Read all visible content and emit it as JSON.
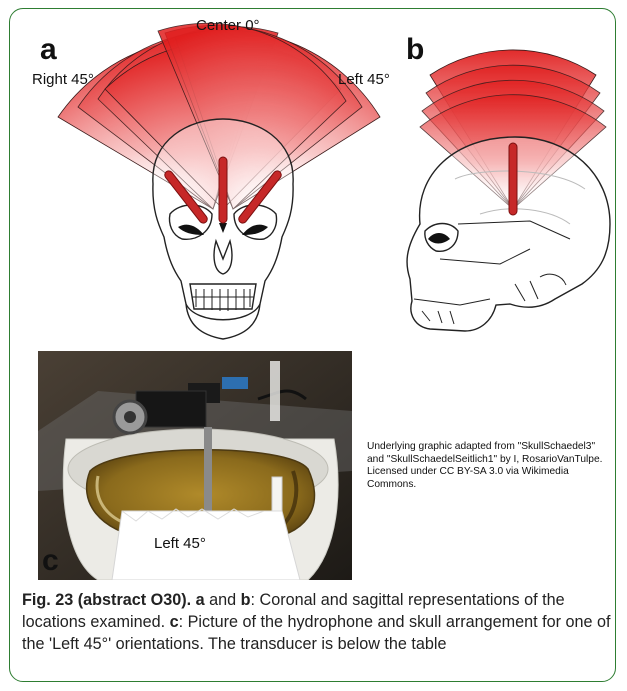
{
  "figure": {
    "panel_a": {
      "letter": "a",
      "label_center": "Center 0°",
      "label_right": "Right 45°",
      "label_left": "Left 45°"
    },
    "panel_b": {
      "letter": "b"
    },
    "panel_c": {
      "letter": "c",
      "label": "Left 45°"
    },
    "credit_text": "Underlying graphic adapted from \"SkullSchaedel3\" and \"SkullSchaedelSeitlich1\" by I, RosarioVanTulpe. Licensed under CC BY-SA 3.0 via Wikimedia Commons.",
    "colors": {
      "beam_red": "#e02020",
      "frame_green": "#2e7d32"
    }
  },
  "caption": {
    "label": "Fig. 23 (abstract O30).",
    "ref_a": "a",
    "text_and": " and ",
    "ref_b": "b",
    "text_1": ": Coronal and sagittal representations of the locations examined. ",
    "ref_c": "c",
    "text_2": ": Picture of the hydrophone and skull arrangement for one of the 'Left 45°' orientations. The transducer is below the table"
  }
}
